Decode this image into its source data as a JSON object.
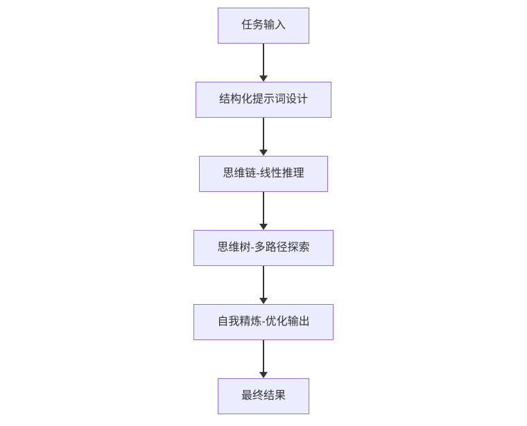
{
  "diagram": {
    "type": "flowchart-top-down",
    "background": "#ffffff",
    "theme": {
      "node_fill": "#ECECFF",
      "node_border": "#9370DB",
      "node_text_color": "#333333",
      "arrow_color": "#333333"
    },
    "nodes": [
      {
        "id": "task-input",
        "label": "任务输入"
      },
      {
        "id": "structured-prompt-design",
        "label": "结构化提示词设计"
      },
      {
        "id": "chain-of-thought",
        "label": "思维链-线性推理"
      },
      {
        "id": "tree-of-thought",
        "label": "思维树-多路径探索"
      },
      {
        "id": "self-refine",
        "label": "自我精炼-优化输出"
      },
      {
        "id": "final-result",
        "label": "最终结果"
      }
    ],
    "edges": [
      {
        "from": "task-input",
        "to": "structured-prompt-design"
      },
      {
        "from": "structured-prompt-design",
        "to": "chain-of-thought"
      },
      {
        "from": "chain-of-thought",
        "to": "tree-of-thought"
      },
      {
        "from": "tree-of-thought",
        "to": "self-refine"
      },
      {
        "from": "self-refine",
        "to": "final-result"
      }
    ]
  }
}
